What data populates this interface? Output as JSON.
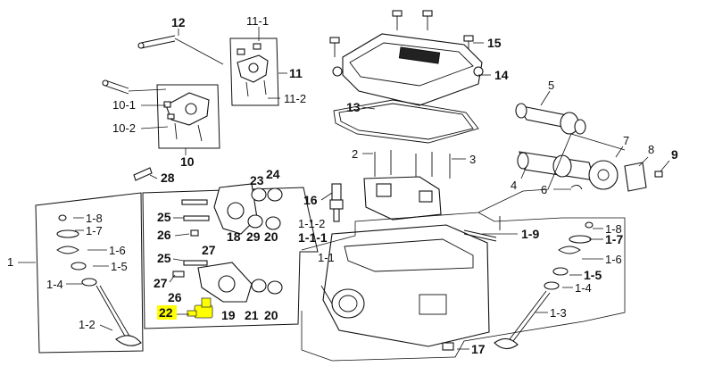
{
  "diagram": {
    "labels": {
      "p12": "12",
      "p11_1": "11-1",
      "p11": "11",
      "p11_2": "11-2",
      "p10_1": "10-1",
      "p10_2": "10-2",
      "p10": "10",
      "p15": "15",
      "p14": "14",
      "p13": "13",
      "p5": "5",
      "p7": "7",
      "p8": "8",
      "p9": "9",
      "p4": "4",
      "p6": "6",
      "p2": "2",
      "p3": "3",
      "p28": "28",
      "p23": "23",
      "p24": "24",
      "p16": "16",
      "p25a": "25",
      "p26a": "26",
      "p27a": "27",
      "p18": "18",
      "p29": "29",
      "p20a": "20",
      "p25b": "25",
      "p27b": "27",
      "p26b": "26",
      "p19": "19",
      "p21": "21",
      "p20b": "20",
      "p22": "22",
      "p1_1_2": "1-1-2",
      "p1_1_1": "1-1-1",
      "p1_1": "1-1",
      "p1_9": "1-9",
      "pL1_8": "1-8",
      "pL1_7": "1-7",
      "pL1_6": "1-6",
      "pL1_5": "1-5",
      "pL1_4": "1-4",
      "pL1_2": "1-2",
      "p1": "1",
      "pR1_8": "1-8",
      "pR1_7": "1-7",
      "pR1_6": "1-6",
      "pR1_5": "1-5",
      "pR1_4": "1-4",
      "pR1_3": "1-3",
      "p17": "17"
    }
  }
}
